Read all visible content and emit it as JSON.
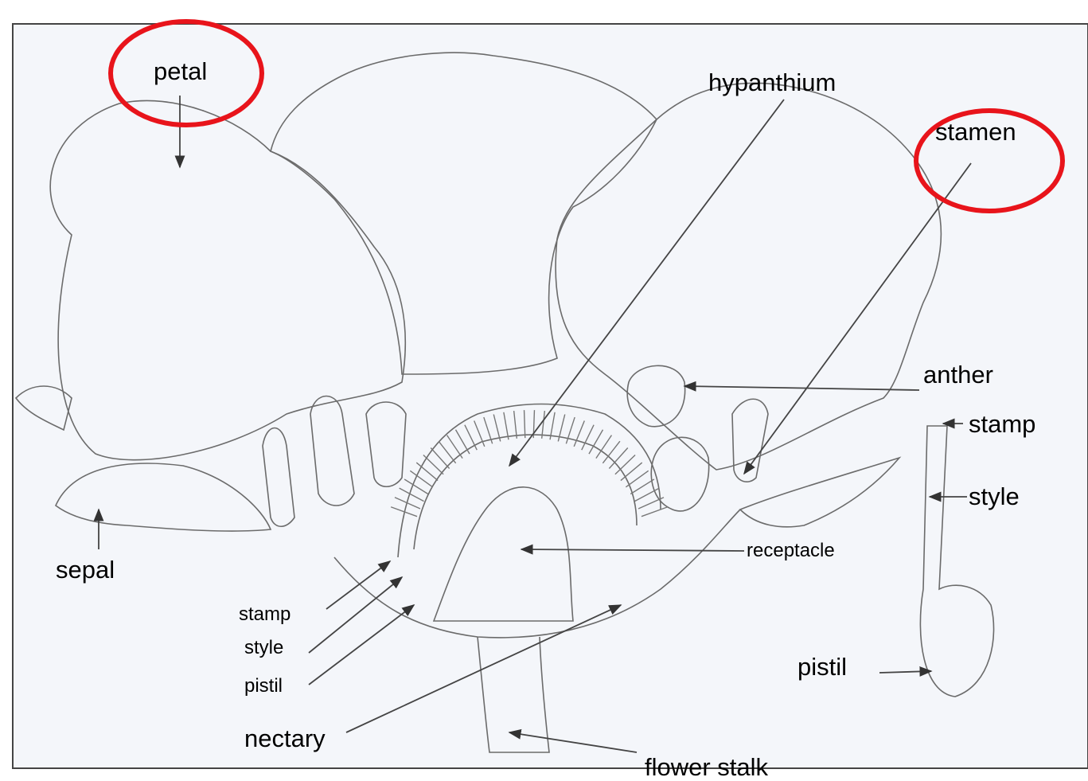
{
  "diagram": {
    "labels": {
      "petal": "petal",
      "hypanthium": "hypanthium",
      "stamen": "stamen",
      "anther": "anther",
      "stamp_right": "stamp",
      "style_right": "style",
      "receptacle": "receptacle",
      "sepal": "sepal",
      "stamp_left": "stamp",
      "style_left": "style",
      "pistil_left": "pistil",
      "pistil_right": "pistil",
      "nectary": "nectary",
      "flower_stalk": "flower stalk"
    },
    "colors": {
      "highlight_circle": "#e8141b",
      "line": "#555555",
      "sketch": "#6b6b6b",
      "frame": "#444444",
      "paper": "#f4f6fa"
    }
  }
}
